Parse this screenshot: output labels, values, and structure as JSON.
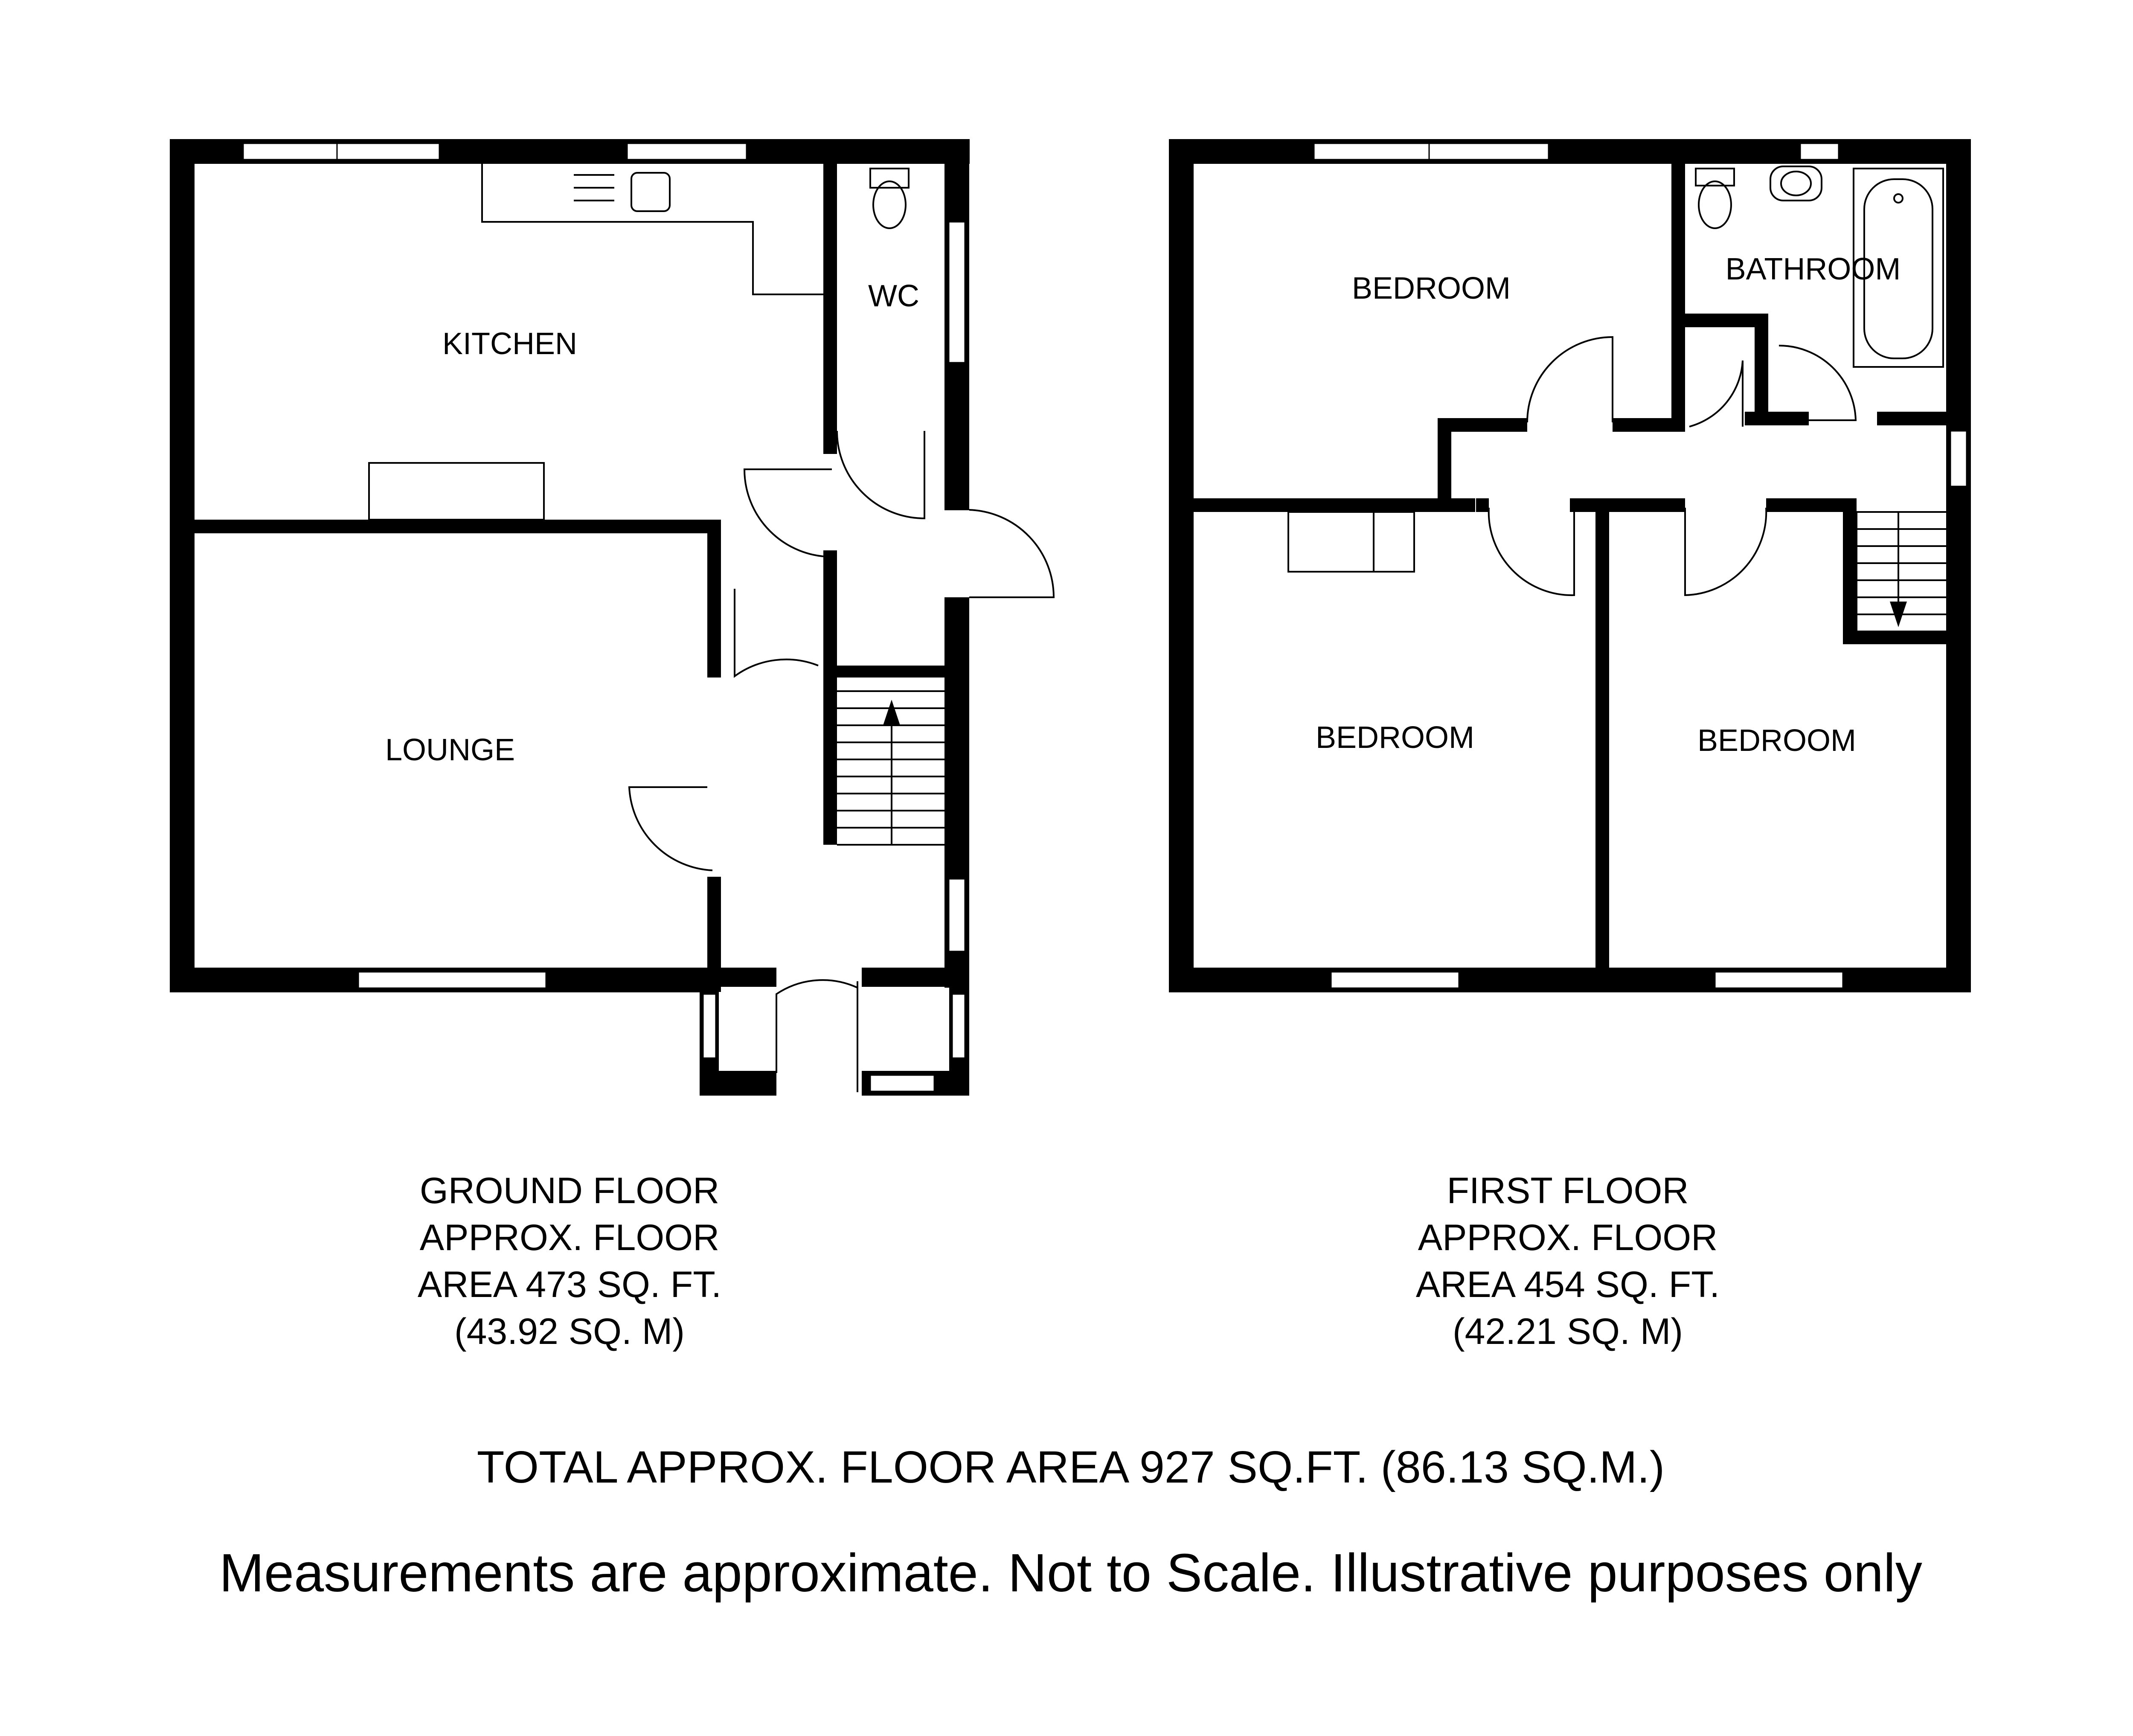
{
  "ground_floor": {
    "rooms": {
      "kitchen": "KITCHEN",
      "wc": "WC",
      "lounge": "LOUNGE"
    },
    "caption": [
      "GROUND FLOOR",
      "APPROX. FLOOR",
      "AREA 473 SQ. FT.",
      "(43.92 SQ. M)"
    ]
  },
  "first_floor": {
    "rooms": {
      "bedroom_1": "BEDROOM",
      "bathroom": "BATHROOM",
      "bedroom_2": "BEDROOM",
      "bedroom_3": "BEDROOM"
    },
    "caption": [
      "FIRST FLOOR",
      "APPROX. FLOOR",
      "AREA 454 SQ. FT.",
      "(42.21 SQ. M)"
    ]
  },
  "total_area": "TOTAL APPROX. FLOOR AREA 927 SQ.FT. (86.13 SQ.M.)",
  "disclaimer": "Measurements are approximate. Not to Scale. Illustrative purposes only"
}
